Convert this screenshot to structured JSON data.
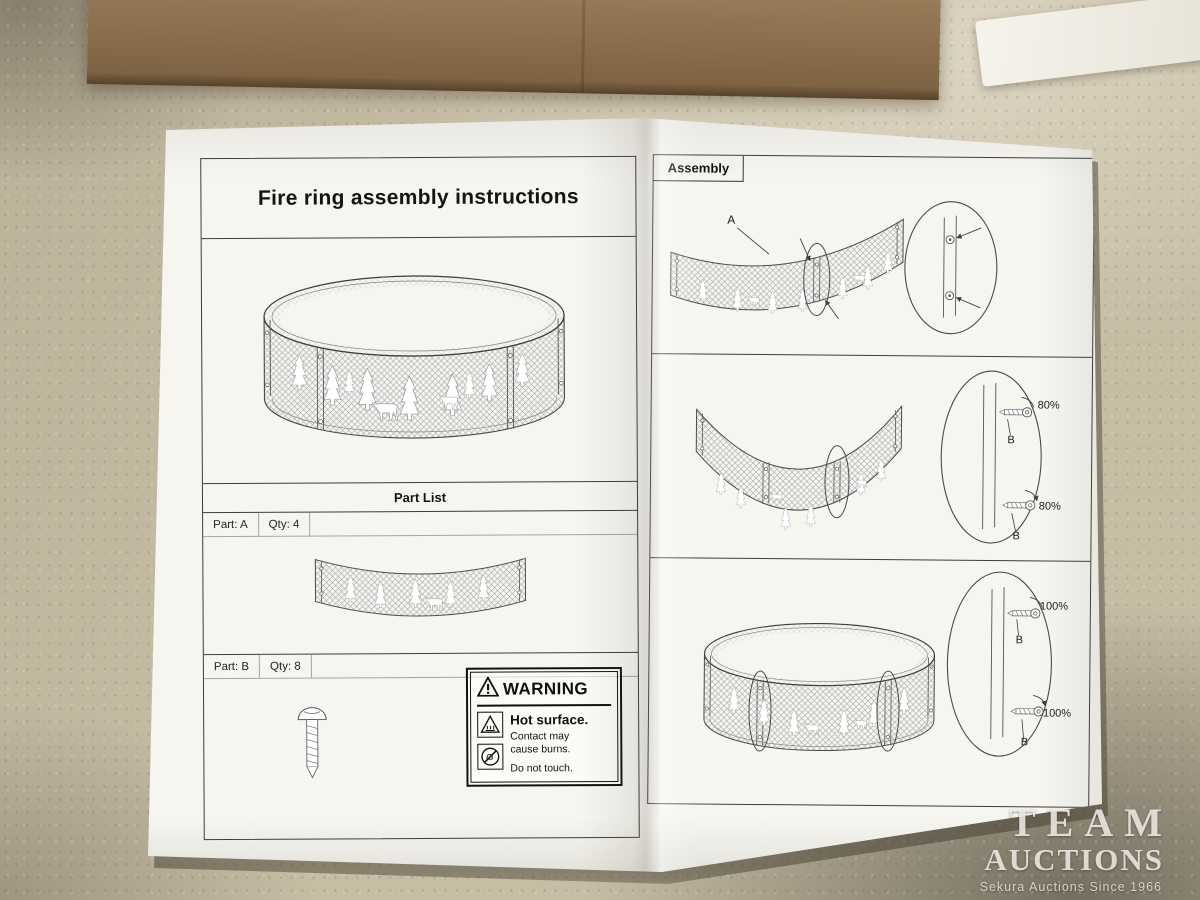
{
  "scene": {
    "watermark": {
      "line1": "TEAM",
      "line2": "AUCTIONS",
      "subline": "Sekura Auctions Since 1966"
    }
  },
  "left_page": {
    "title": "Fire ring assembly instructions",
    "part_list_header": "Part List",
    "part_a": {
      "label": "Part: A",
      "qty": "Qty: 4"
    },
    "part_b": {
      "label": "Part: B",
      "qty": "Qty: 8"
    },
    "warning": {
      "header": "WARNING",
      "row1_title": "Hot surface.",
      "row1_line1": "Contact may",
      "row1_line2": "cause burns.",
      "row2_title": "Do not touch."
    }
  },
  "right_page": {
    "header": "Assembly",
    "step1": {
      "part_callout": "A"
    },
    "step2": {
      "torque_top": "80%",
      "torque_bottom": "80%",
      "bolt_top": "B",
      "bolt_bottom": "B"
    },
    "step3": {
      "torque_top": "100%",
      "torque_bottom": "100%",
      "bolt_top": "B",
      "bolt_bottom": "B"
    }
  }
}
